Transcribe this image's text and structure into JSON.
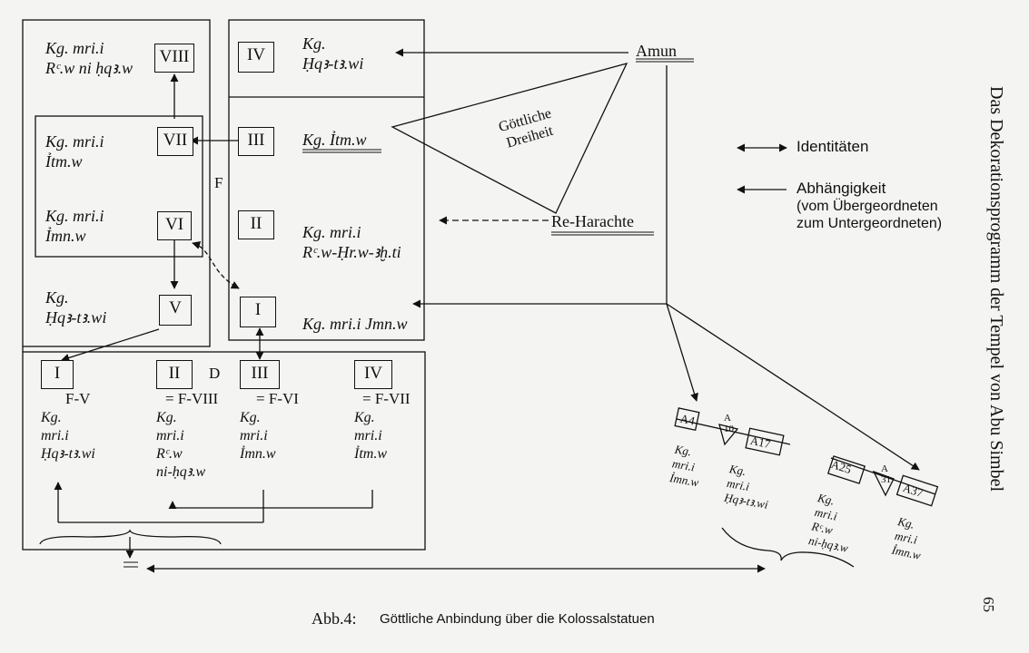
{
  "top_blocks": {
    "b8": "Kg. mri.i\nRᶜ.w ni ḥqꜣ.w",
    "b7": "Kg. mri.i\nỈtm.w",
    "b6": "Kg. mri.i\nỈmn.w",
    "b5": "Kg.\nḤqꜣ-tꜣ.wi"
  },
  "right_col": {
    "r4": "Kg.\nḤqꜣ-tꜣ.wi",
    "r3": "Kg. Ỉtm.w",
    "r2": "Kg. mri.i\nRᶜ.w-Ḥr.w-ꜣḫ.ti",
    "r1": "Kg. mri.i Jmn.w"
  },
  "roman": {
    "VIII": "VIII",
    "VII": "VII",
    "VI": "VI",
    "V": "V",
    "IV": "IV",
    "III": "III",
    "II": "II",
    "I": "I"
  },
  "labels": {
    "F": "F",
    "D": "D",
    "amun": "Amun",
    "reharachte": "Re-Harachte",
    "dreiheit": "Göttliche\nDreiheit",
    "equals": "="
  },
  "bottom": {
    "c1_eq": "F-V",
    "c2_eq": "= F-VIII",
    "c3_eq": "= F-VI",
    "c4_eq": "= F-VII",
    "c1_text": "Kg.\nmri.i\nḤqꜣ-tꜣ.wi",
    "c2_text": "Kg.\nmri.i\nRᶜ.w\nni-ḥqꜣ.w",
    "c3_text": "Kg.\nmri.i\nỈmn.w",
    "c4_text": "Kg.\nmri.i\nỈtm.w"
  },
  "legend": {
    "identity": "Identitäten",
    "dependency": "Abhängigkeit",
    "dependency_note": "(vom Übergeordneten\nzum Untergeordneten)"
  },
  "statues": {
    "a4": "A4",
    "a10": "A\n10",
    "a17": "A17",
    "a25": "A25",
    "a31": "A\n31",
    "a37": "A37",
    "t_a4": "Kg.\nmri.i\nỈmn.w",
    "t_a17": "Kg.\nmri.i\nḤqꜣ-tꜣ.wi",
    "t_a25": "Kg.\nmri.i\nRᶜ.w\nni-ḥqꜣ.w",
    "t_a37": "Kg.\nmri.i\nỈmn.w"
  },
  "caption": {
    "label": "Abb.4:",
    "text": "Göttliche Anbindung über die Kolossalstatuen"
  },
  "side_title": "Das Dekorationsprogramm der Tempel von Abu Simbel",
  "page_number": "65"
}
